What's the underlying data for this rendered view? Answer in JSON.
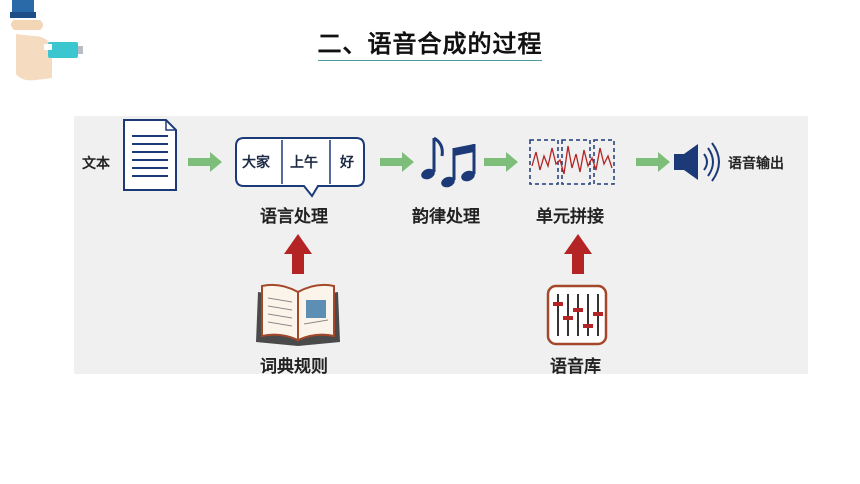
{
  "header": {
    "title": "二、语音合成的过程"
  },
  "diagram": {
    "input_label": "文本",
    "output_label": "语音输出",
    "bubble_words": [
      "大家",
      "上午",
      "好"
    ],
    "stages": [
      {
        "label": "语言处理"
      },
      {
        "label": "韵律处理"
      },
      {
        "label": "单元拼接"
      }
    ],
    "resources": [
      {
        "label": "词典规则"
      },
      {
        "label": "语音库"
      }
    ]
  },
  "colors": {
    "flow_arrow": "#7dbf7a",
    "feed_arrow": "#b52424",
    "stage_outline": "#1c3a78",
    "title_underline": "#4a9aa0",
    "panel_bg": "#f0f0f0"
  }
}
